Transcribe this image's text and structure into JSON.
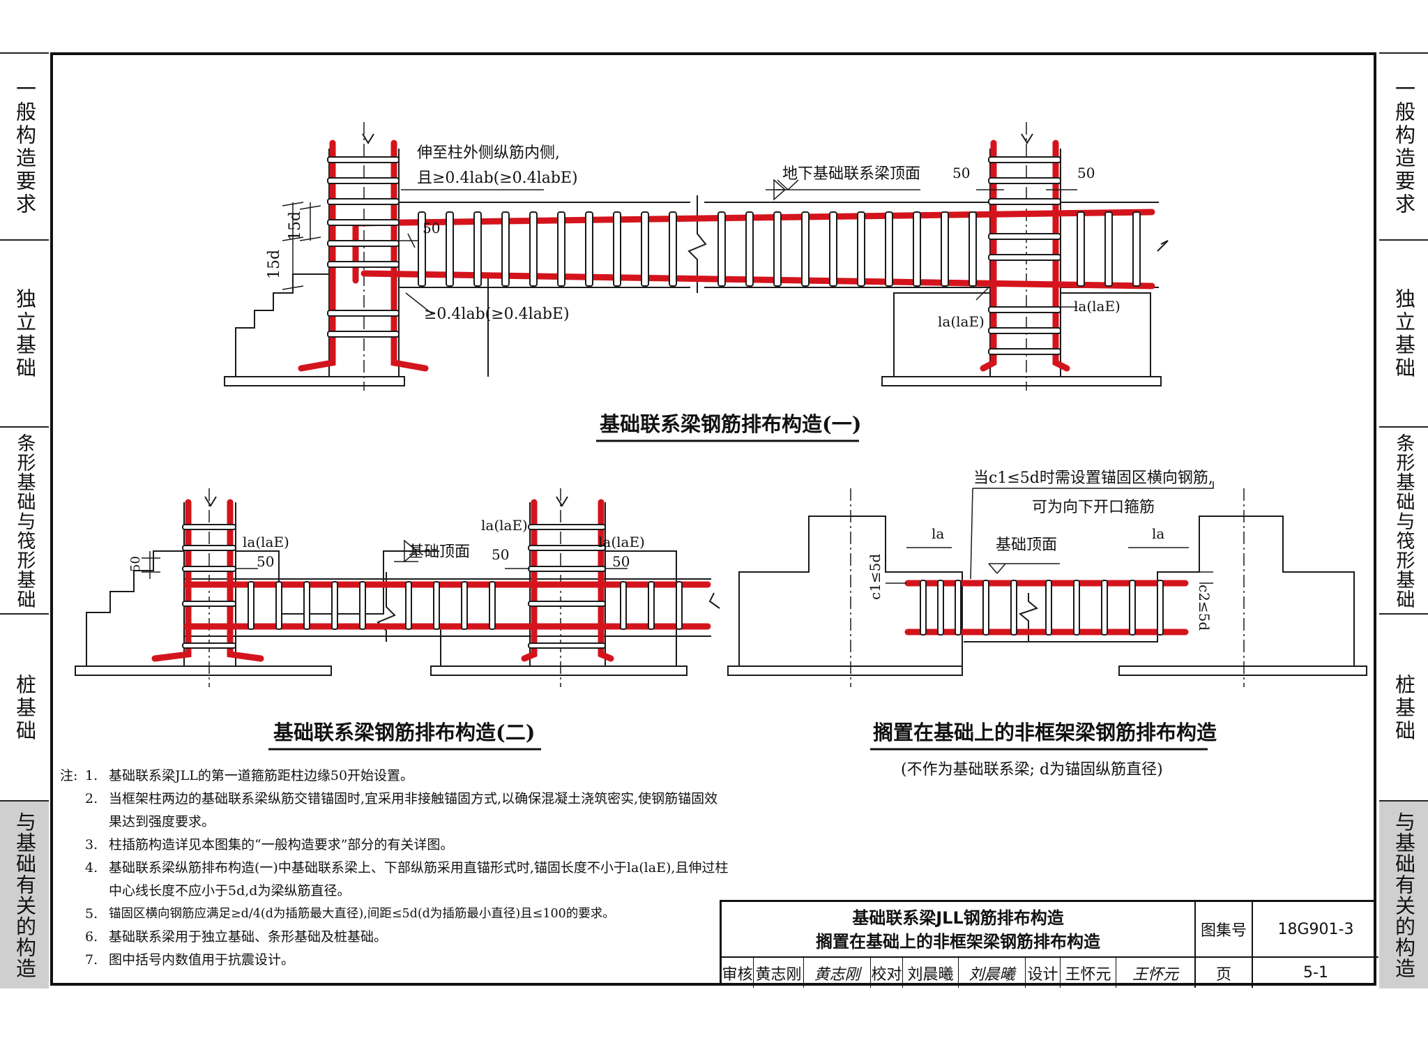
{
  "sidebar": {
    "items": [
      {
        "label": "一般构造要求"
      },
      {
        "label": "独立基础"
      },
      {
        "label": "条形基础与筏形基础"
      },
      {
        "label": "桩基础"
      },
      {
        "label": "与基础有关的构造"
      }
    ]
  },
  "diagram1": {
    "title": "基础联系梁钢筋排布构造(一)",
    "label_beam_top": "地下基础联系梁顶面",
    "label_extend_1": "伸至柱外侧纵筋内侧,",
    "label_extend_2": "且≥0.4lab(≥0.4labE)",
    "label_anchor_bottom": "≥0.4lab(≥0.4labE)",
    "dim_15d": "15d",
    "dim_50": "50",
    "label_la": "la(laE)"
  },
  "diagram2": {
    "title": "基础联系梁钢筋排布构造(二)",
    "label_found_top": "基础顶面",
    "dim_50": "50",
    "label_la": "la(laE)"
  },
  "diagram3": {
    "title": "搁置在基础上的非框架梁钢筋排布构造",
    "subtitle": "(不作为基础联系梁; d为锚固纵筋直径)",
    "note_1": "当c1≤5d时需设置锚固区横向钢筋,",
    "note_2": "可为向下开口箍筋",
    "label_found_top": "基础顶面",
    "label_la": "la",
    "label_c1": "c1≤5d",
    "label_c2": "c2≤5d"
  },
  "notes": {
    "heading": "注:",
    "items": [
      {
        "num": "1.",
        "text": "基础联系梁JLL的第一道箍筋距柱边缘50开始设置。"
      },
      {
        "num": "2.",
        "text": "当框架柱两边的基础联系梁纵筋交错锚固时,宜采用非接触锚固方式,以确保混凝土浇筑密实,使钢筋锚固效果达到强度要求。"
      },
      {
        "num": "3.",
        "text": "柱插筋构造详见本图集的“一般构造要求”部分的有关详图。"
      },
      {
        "num": "4.",
        "text": "基础联系梁纵筋排布构造(一)中基础联系梁上、下部纵筋采用直锚形式时,锚固长度不小于la(laE),且伸过柱中心线长度不应小于5d,d为梁纵筋直径。"
      },
      {
        "num": "5.",
        "text": "锚固区横向钢筋应满足≥d/4(d为插筋最大直径),间距≤5d(d为插筋最小直径)且≤100的要求。"
      },
      {
        "num": "6.",
        "text": "基础联系梁用于独立基础、条形基础及桩基础。"
      },
      {
        "num": "7.",
        "text": "图中括号内数值用于抗震设计。"
      }
    ]
  },
  "title_block": {
    "title_1": "基础联系梁JLL钢筋排布构造",
    "title_2": "搁置在基础上的非框架梁钢筋排布构造",
    "atlas_label": "图集号",
    "atlas_no": "18G901-3",
    "page_label": "页",
    "page_no": "5-1",
    "review_label": "审核",
    "reviewer": "黄志刚",
    "check_label": "校对",
    "checker": "刘晨曦",
    "design_label": "设计",
    "designer": "王怀元",
    "sig_reviewer": "黄志刚",
    "sig_checker": "刘晨曦",
    "sig_designer": "王怀元"
  },
  "colors": {
    "rebar": "#d4141c",
    "line": "#1a1a1a",
    "active_tab": "#cfcfcf"
  }
}
